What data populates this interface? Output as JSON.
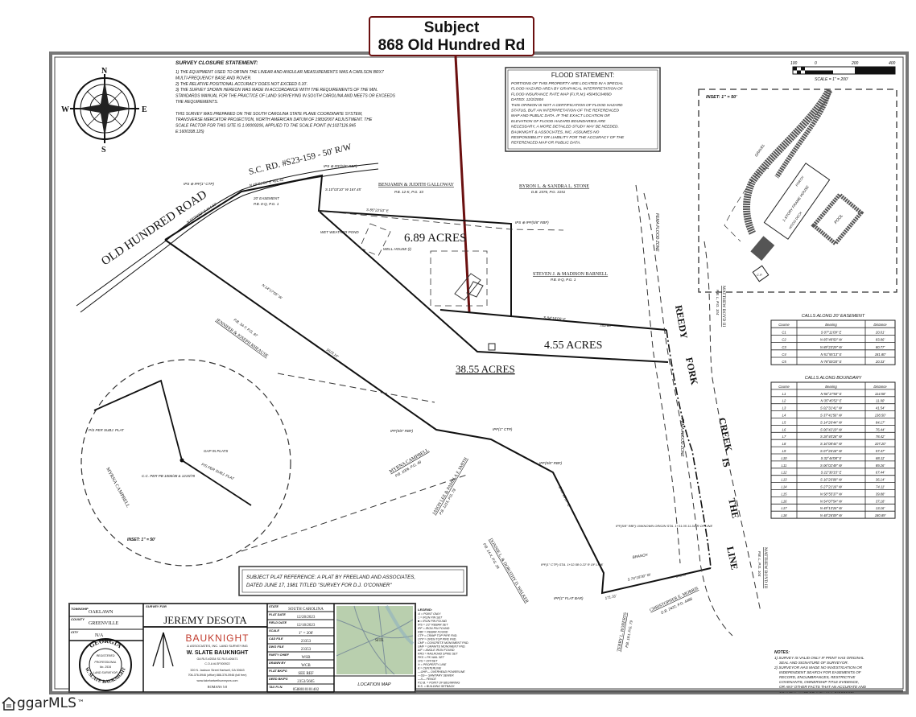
{
  "callout": {
    "line1": "Subject",
    "line2": "868 Old Hundred Rd",
    "color": "#6b1010"
  },
  "closure": {
    "title": "SURVEY CLOSURE STATEMENT:",
    "lines": [
      "1) THE EQUIPMENT USED TO OBTAIN THE LINEAR AND ANGULAR MEASUREMENTS WAS A CARLSON BRX7",
      "MULTI-FREQUENCY BASE AND ROVER.",
      "2) THE RELATIVE POSITIONAL ACCURACY DOES NOT EXCEED 0.10'.",
      "3) THE SURVEY SHOWN HEREON WAS MADE IN ACCORDANCE WITH THE REQUIREMENTS OF THE MIN.",
      "STANDARDS MANUAL FOR THE PRACTICE OF LAND SURVEYING IN SOUTH CAROLINA AND MEETS OR EXCEEDS",
      "THE REQUIREMENTS.",
      "",
      "THIS SURVEY WAS PREPARED ON THE SOUTH CAROLINA STATE PLANE COORDINATE SYSTEM,",
      "TRANSVERSE MERCATOR PROJECTION, NORTH AMERICAN DATUM OF 1983/2007 ADJUSTMENT. THE",
      "SCALE FACTOR FOR THIS SITE IS 1.00009206, APPLIED TO THE SCALE POINT (N:1027126.845",
      "E:1600338.125)"
    ]
  },
  "flood": {
    "title": "FLOOD STATEMENT:",
    "lines": [
      "PORTIONS OF THIS PROPERTY ARE LOCATED IN A SPECIAL",
      "FLOOD HAZARD AREA BY GRAPHICAL INTERPRETATION OF",
      "FLOOD INSURANCE RATE MAP (F.I.R.M.) 45045C0489D",
      "DATED:   12/2/2004",
      "THIS OPINION IS NOT A CERTIFICATION OF FLOOD HAZARD",
      "STATUS, BUT AN INTERPRETATION OF THE REFERENCED",
      "MAP AND PUBLIC DATA.  IF THE EXACT LOCATION OR",
      "ELEVATION OF FLOOD HAZARD BOUNDARIES ARE",
      "NECESSARY, A MORE DETAILED STUDY MAY BE NEEDED.",
      "BAUKNIGHT & ASSOCIATES, INC. ASSUMES NO",
      "RESPONSIBILITY OR LIABILITY FOR THE ACCURACY OF THE",
      "REFERENCED MAP OR PUBLIC DATA."
    ]
  },
  "compass": {
    "n": "N",
    "s": "S",
    "e": "E",
    "w": "W"
  },
  "scale_bar": {
    "ticks": [
      "100",
      "0",
      "200",
      "400"
    ],
    "label": "SCALE = 1\" = 200'"
  },
  "labels": {
    "road": "OLD HUNDRED ROAD",
    "sc_rd": "S.C. RD. #S23-159 - 50' R/W",
    "acres_689": "6.89 ACRES",
    "acres_455": "4.55 ACRES",
    "acres_3855": "38.55 ACRES",
    "galloway": "BENJAMIN & JUDITH GALLOWAY",
    "galloway_ref": "P.B. 12-K, P.G. 33",
    "stone": "BYRON L. & SANDRA L. STONE",
    "stone_ref": "D.B. 2376, P.G. 3151",
    "barnell": "STEVEN J. & MADISON BARNELL",
    "barnell_ref": "P.B. 8-Q, P.G. 1",
    "easement": "20' EASEMENT",
    "easement_ref": "P.B. 8-Q, P.G. 1",
    "pond": "WET WEATHER POND",
    "well": "WELL HOUSE (I)",
    "rhiause": "JENNIFER & JOSEPH RHEAUSE",
    "rhiause_ref": "P.B. 34-T, P.G. 87",
    "campbell": "MYRNA CAMPBELL",
    "campbell_ref": "P.B. 1006, P.G. 48",
    "smith": "JASON LEE & PAMELA F. SMITH",
    "smith_ref": "P.B. 1215, P.G. 78",
    "walker": "DONNIE L. & DOROTHY D. WALKER",
    "walker_ref": "P.B. 14-X, P.G. 29",
    "roberts": "TERRY L. ROBERTS",
    "roberts_ref": "P.B. 18-I, P.G. 79",
    "morris": "CHRISTOPHER E. MORRIS",
    "morris_ref": "D.B. 2422, P.G. 4388",
    "boyd": "MATTHEW BOYD III",
    "boyd_ref": "P.B. L, P.G. 104",
    "creek": [
      "REEDY",
      "FORK",
      "CREEK",
      "IS",
      "THE",
      "LINE"
    ],
    "femaflood": "FEMA FLOOD ZONE",
    "bearing_1": "N 56°58'50\" E 114.58'",
    "bearing_2": "N 49°52'50\" E 491.41'",
    "bearing_3": "S 10°03'10\" W 167.45'",
    "bearing_4": "S 85°22'53\" E",
    "bearing_5": "S 84°16'05\" E",
    "bearing_6": "N 14°17'05\" W",
    "dist_long": "1623.10'",
    "bearing_7": "S 55°18'17\" E",
    "bearing_8": "S 74°18'30\" W",
    "dist_8": "349.87'",
    "dist_9": "171.31'",
    "dist_10": "783.68'",
    "ipf1": "IPS ⊕ IPF(1\" CTP)",
    "ipf2": "IPS ⊕ IPF(5/8\" RBF)",
    "ipf3": "IPF(5/8\" RBF)",
    "ipf4": "IPF(1\" CTP)",
    "ipf5": "IPF(1\" FLAT BAR)",
    "unknown": "IPF(5/8\" RBF) UNKNOWN ORIGIN STA. 1+31.05 11.34' R OF LINE",
    "sta": "IPF(1\" CTP) STA. 1+32.58 0.22' R OF LINE",
    "branch": "BRANCH",
    "inset_circle": "INSET: 1\" = 50'",
    "ps_plat": "P/S PER SUBJ. PLAT",
    "gap": "GAP IN PLATS",
    "cc": "C.C. PER PB 1006/48 & 1215/78",
    "ps_plat2": "P/S PER SUBJ. PLAT",
    "inset_box": "INSET: 1\" = 50'",
    "gravel": "GRAVEL",
    "house": "1-STORY FRAME HOUSE",
    "porch": "PORCH",
    "deck": "WOOD DECK",
    "pool": "POOL",
    "cp": "C.P."
  },
  "easement_table": {
    "title": "CALLS ALONG 20' EASEMENT",
    "headers": [
      "Course",
      "Bearing",
      "Distance"
    ],
    "rows": [
      [
        "C1",
        "S 07°11'09\" E",
        "20.01'"
      ],
      [
        "C2",
        "N 85°48'50\" W",
        "83.86'"
      ],
      [
        "C3",
        "N 89°23'29\" W",
        "80.77'"
      ],
      [
        "C4",
        "N 51°55'13\" E",
        "181.80'"
      ],
      [
        "C5",
        "N 78°00'20\" E",
        "20.33'"
      ]
    ]
  },
  "boundary_table": {
    "title": "CALLS ALONG BOUNDARY",
    "headers": [
      "Course",
      "Bearing",
      "Distance"
    ],
    "rows": [
      [
        "L1",
        "N 56°17'50\" E",
        "114.58'"
      ],
      [
        "L2",
        "N 35°45'52\" E",
        "11.90'"
      ],
      [
        "L3",
        "S 02°31'41\" W",
        "41.54'"
      ],
      [
        "L4",
        "S 37°41'56\" W",
        "138.50'"
      ],
      [
        "L5",
        "S 14°26'44\" W",
        "84.17'"
      ],
      [
        "L6",
        "S 06°42'19\" W",
        "76.44'"
      ],
      [
        "L7",
        "S 28°40'28\" W",
        "78.42'"
      ],
      [
        "L8",
        "S 16°08'44\" W",
        "107.20'"
      ],
      [
        "L9",
        "S 07°26'18\" W",
        "57.47'"
      ],
      [
        "L10",
        "S 32°44'08\" E",
        "88.11'"
      ],
      [
        "L11",
        "S 06°02'49\" W",
        "89.26'"
      ],
      [
        "L12",
        "S 22°30'15\" E",
        "67.44'"
      ],
      [
        "L13",
        "S 16°26'08\" W",
        "36.14'"
      ],
      [
        "L14",
        "S 27°21'16\" W",
        "74.11'"
      ],
      [
        "L15",
        "N 58°55'37\" W",
        "39.88'"
      ],
      [
        "L16",
        "N 54°07'54\" W",
        "37.18'"
      ],
      [
        "L17",
        "N 49°13'26\" W",
        "13.16'"
      ],
      [
        "L18",
        "N 48°26'09\" W",
        "180.89'"
      ]
    ]
  },
  "notes": {
    "title": "NOTES:",
    "lines": [
      "1) SURVEY IS VALID ONLY IF PRINT HAS ORIGINAL",
      "SEAL AND SIGNATURE OF SURVEYOR.",
      "2) SURVEYOR HAS MADE NO INVESTIGATION OR",
      "INDEPENDENT SEARCH FOR EASEMENTS OF",
      "RECORD, ENCUMBRANCES, RESTRICTIVE",
      "COVENANTS, OWNERSHIP TITLE EVIDENCE,",
      "OR ANY OTHER FACTS THAT AN ACCURATE AND",
      "CURRENT TITLE SEARCH MAY DISCLOSE."
    ]
  },
  "plat_reference": {
    "lines": [
      "SUBJECT PLAT REFERENCE: A PLAT BY FREELAND AND ASSOCIATES,",
      "DATED JUNE 17, 1981 TITLED \"SURVEY FOR D.J. O'CONNER\""
    ]
  },
  "title_block": {
    "township_label": "TOWNSHIP",
    "township": "OAKLAWN",
    "county_label": "COUNTY",
    "county": "GREENVILLE",
    "city_label": "CITY",
    "city": "N/A",
    "survey_for_label": "SURVEY FOR",
    "client": "JEREMY DESOTA",
    "seal": {
      "top": "GEORGIA",
      "ring": "REGISTERED",
      "mid": "PROFESSIONAL",
      "no": "No. 2534",
      "ring2": "LAND SURVEYOR",
      "bottom": "W. SLATE BAUKNIGHT"
    },
    "company": "BAUKNIGHT",
    "company_sub": "& ASSOCIATES, INC. LAND SURVEYING",
    "surveyor": "W. SLATE BAUKNIGHT",
    "license": "GA RLS #2534 SC RLS #26471",
    "coa": "C.O.A #LSF000922",
    "address": "320 N. Jackson Street Hartwell, GA 30643",
    "phone": "706-376-5946 (office) 888-376-5946 (toll free)",
    "web": "www.lakehartwellsurveyors.com",
    "verse": "ROMANS 5:8",
    "brand_color": "#c0392b",
    "fields": [
      {
        "label": "STATE",
        "value": "SOUTH CAROLINA"
      },
      {
        "label": "PLAT DATE",
        "value": "12/28/2023"
      },
      {
        "label": "FIELD DATE",
        "value": "12/18/2023"
      },
      {
        "label": "SCALE",
        "value": "1\" = 200'"
      },
      {
        "label": "CAD FILE",
        "value": "23353"
      },
      {
        "label": "DWG FILE",
        "value": "23353"
      },
      {
        "label": "PARTY CHIEF",
        "value": "WSB"
      },
      {
        "label": "DRAWN BY",
        "value": "WCB"
      },
      {
        "label": "PLAT BK/PG",
        "value": "SEE REF"
      },
      {
        "label": "DEED BK/PG",
        "value": "2353/5605"
      },
      {
        "label": "TAX P.I.N.",
        "value": "0588010101402"
      }
    ],
    "map_site": "SITE",
    "map_caption": "LOCATION MAP"
  },
  "legend": {
    "title": "LEGEND:",
    "items": [
      "⊙ = POINT ONLY",
      "□ = IRON PIN SET",
      "■ = IRON PIN FOUND",
      "IPS = 1/2\" REBAR SET",
      "IPF = IRON PIN FOUND",
      "RBF = REBAR FOUND",
      "CTP = CRIMP TOP PIPE FND.",
      "OTP = OPEN TOP PIPE FND.",
      "CMF = CONCRETE MONUMENT FND.",
      "GMF = GRANITE MONUMENT FND.",
      "AIF = ANGLE IRON FOUND",
      "RRS = RAILROAD SPIKE SET",
      "PKS = PK NAIL SET",
      "O/S = OFFSET",
      "℗ = PROPERTY LINE",
      "℄ = CENTERLINE",
      "—OHP— OVERHEAD POWERLINE",
      "—SS— SANITARY SEWER",
      "—X— FENCE",
      "P.O.B. = POINT OF BEGINNING",
      "B.S. = BUILDING SETBACK"
    ]
  },
  "watermark": {
    "text": "ggarMLS",
    "tm": "™"
  }
}
